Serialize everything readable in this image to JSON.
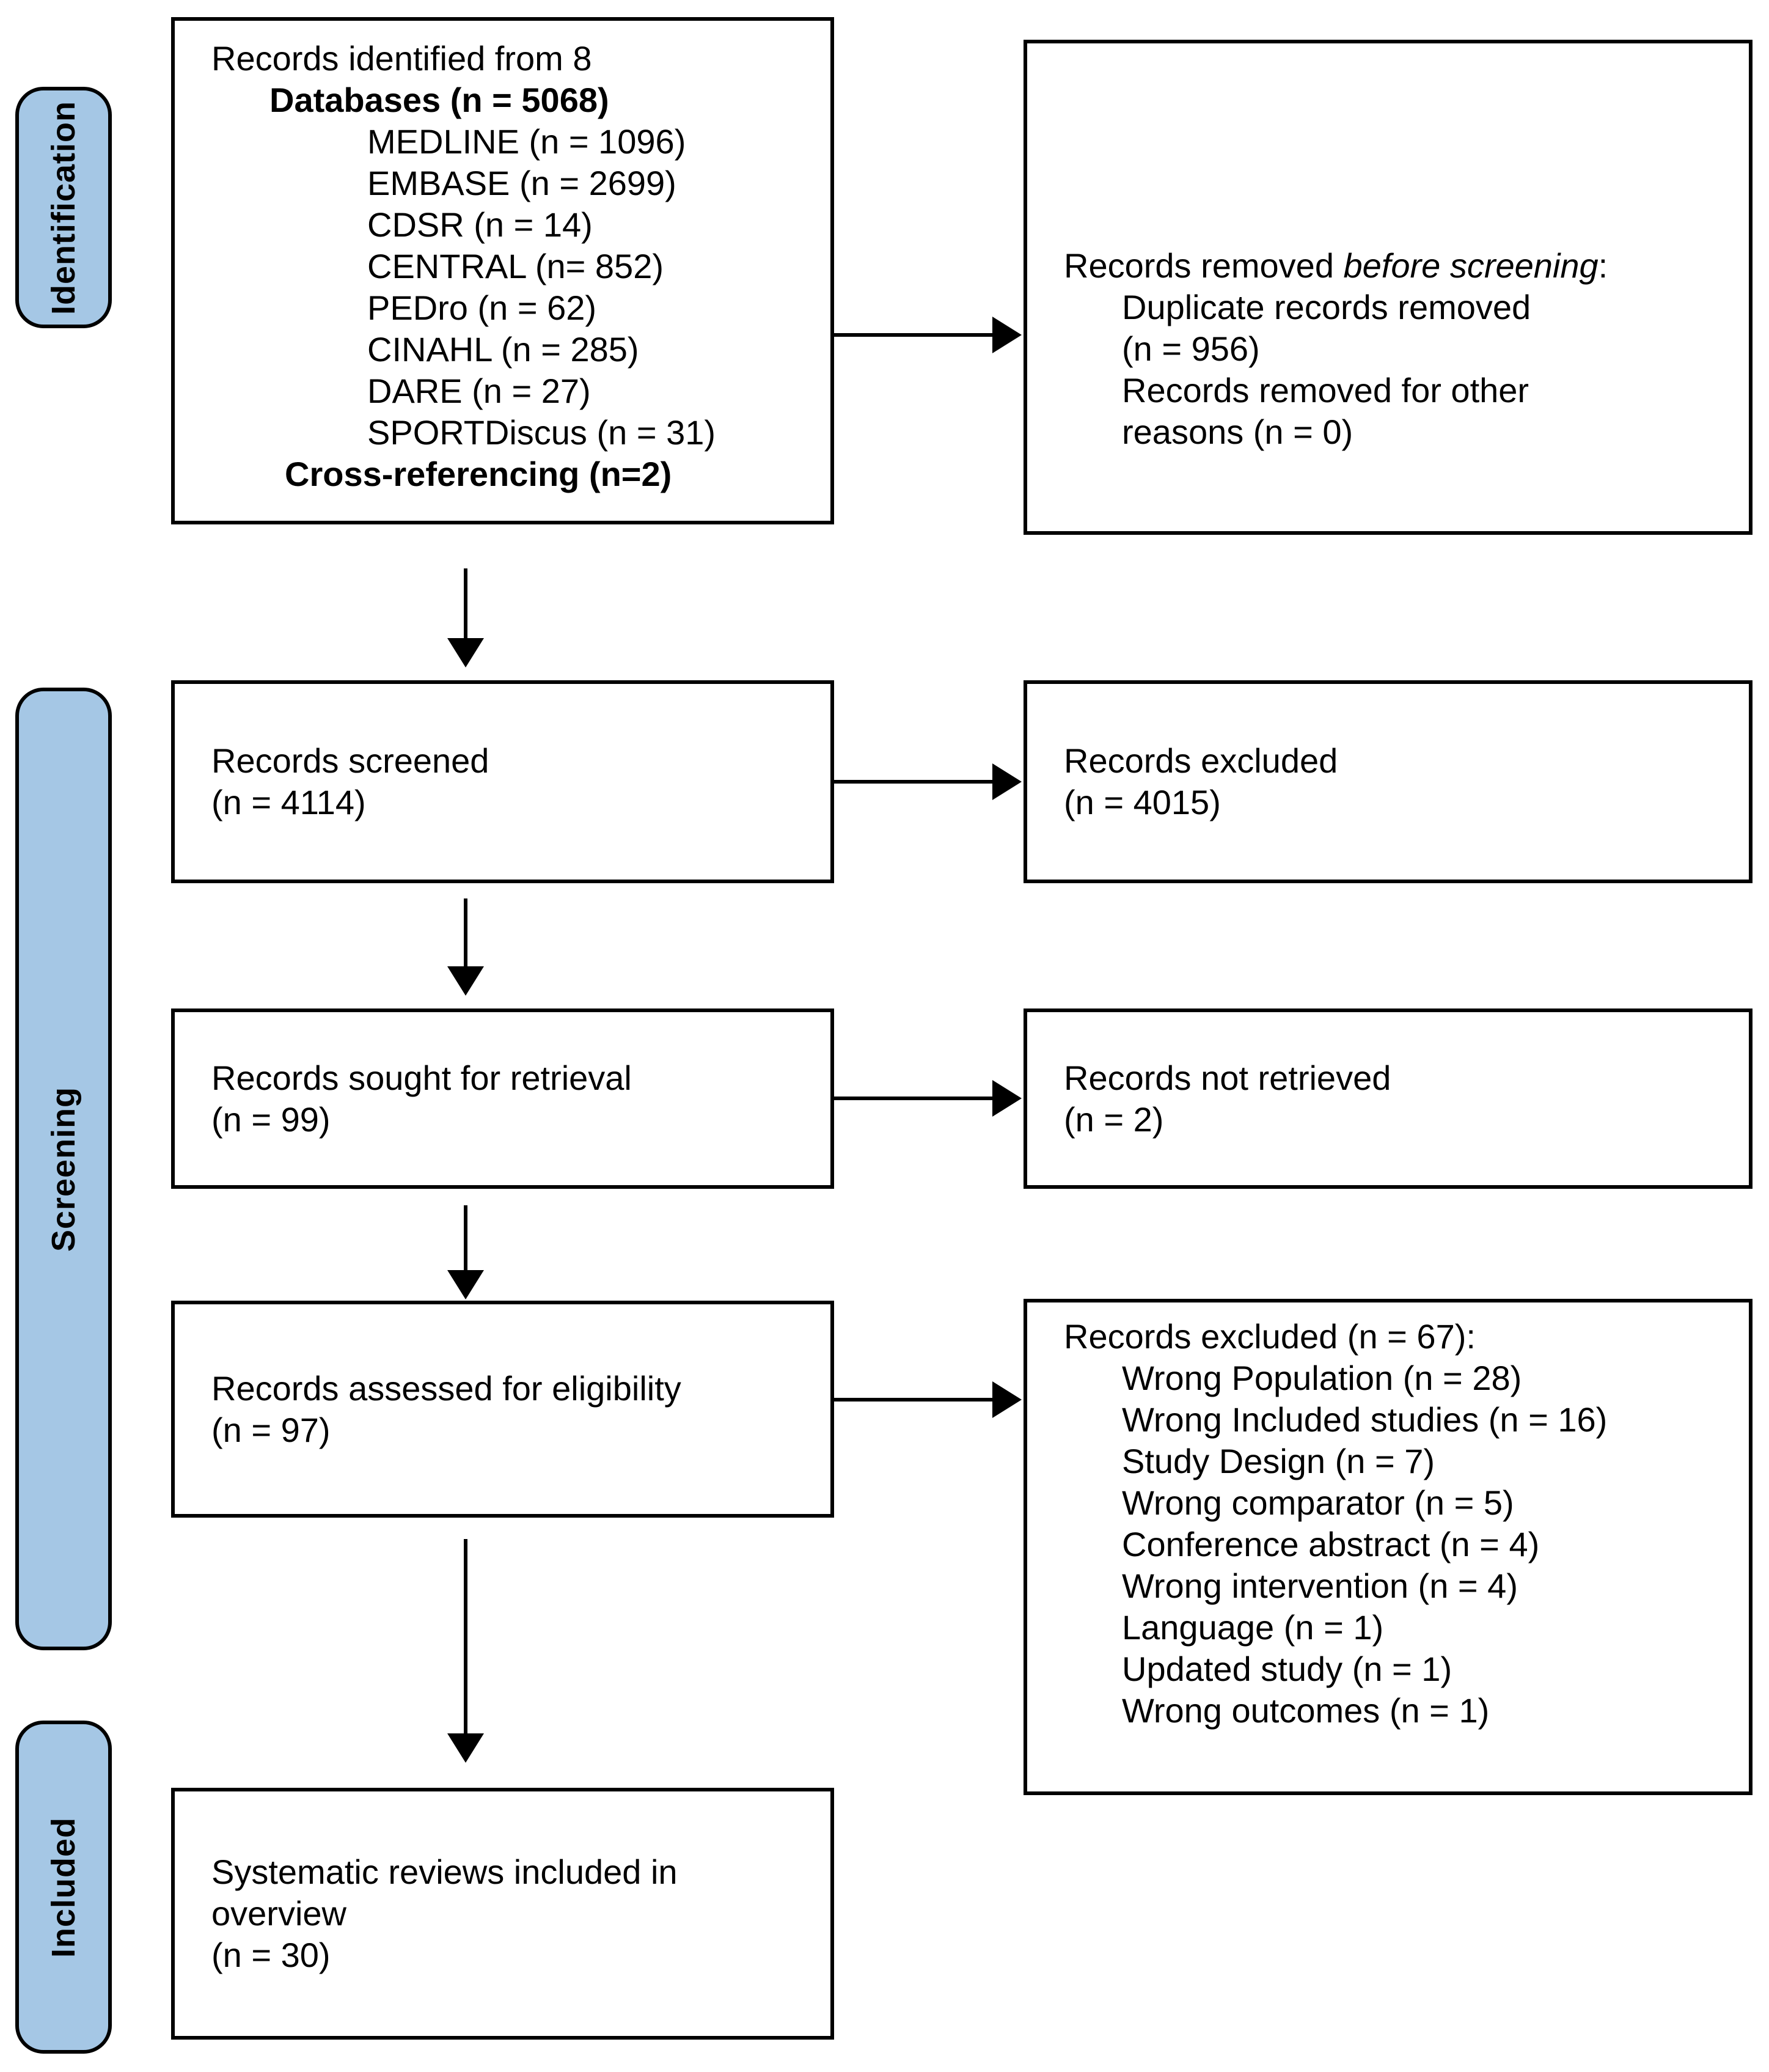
{
  "stages": {
    "identification": "Identification",
    "screening": "Screening",
    "included": "Included"
  },
  "boxes": {
    "identified": {
      "line0": "Records identified from 8",
      "line1": "Databases (n = 5068)",
      "line2": "MEDLINE (n = 1096)",
      "line3": "EMBASE (n = 2699)",
      "line4": "CDSR (n = 14)",
      "line5": "CENTRAL (n= 852)",
      "line6": "PEDro (n = 62)",
      "line7": "CINAHL (n = 285)",
      "line8": "DARE (n = 27)",
      "line9": "SPORTDiscus (n = 31)",
      "line10": "Cross-referencing (n=2)"
    },
    "removed": {
      "title_prefix": "Records removed ",
      "title_italic": "before screening",
      "title_suffix": ":",
      "line0": "Duplicate records removed",
      "line1": "(n = 956)",
      "line2": "Records removed for other",
      "line3": "reasons (n = 0)"
    },
    "screened": {
      "line0": "Records screened",
      "line1": "(n = 4114)"
    },
    "excluded_screening": {
      "line0": "Records excluded",
      "line1": "(n = 4015)"
    },
    "sought": {
      "line0": "Records sought for retrieval",
      "line1": "(n = 99)"
    },
    "not_retrieved": {
      "line0": "Records not retrieved",
      "line1": "(n = 2)"
    },
    "assessed": {
      "line0": "Records assessed for eligibility",
      "line1": "(n = 97)"
    },
    "excluded_eligibility": {
      "title": "Records excluded (n = 67):",
      "line0": "Wrong Population (n = 28)",
      "line1": "Wrong Included studies (n = 16)",
      "line2": "Study Design (n = 7)",
      "line3": "Wrong comparator (n = 5)",
      "line4": "Conference abstract (n = 4)",
      "line5": "Wrong intervention (n = 4)",
      "line6": "Language (n = 1)",
      "line7": "Updated study (n = 1)",
      "line8": "Wrong outcomes (n = 1)"
    },
    "included_reviews": {
      "line0": "Systematic reviews included in",
      "line1": "overview",
      "line2": "(n = 30)"
    }
  },
  "palette": {
    "stage_fill": "#A5C7E5",
    "border": "#000000",
    "box_fill": "#FFFFFF"
  }
}
